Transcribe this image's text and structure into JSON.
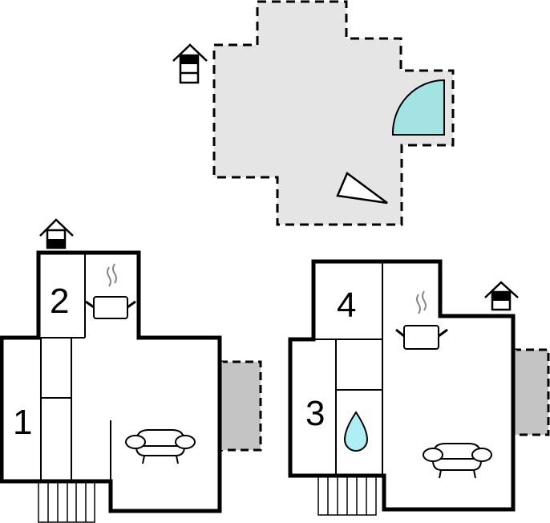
{
  "diagram": {
    "type": "floor-plan",
    "colors": {
      "wall": "#000000",
      "terrace_fill": "#e5e5e5",
      "balcony_fill": "#c4c4c4",
      "pool_fill": "#a3e3e3",
      "water_drop_fill": "#aeeef5",
      "steam": "#888888",
      "background": "#ffffff"
    },
    "levels": [
      {
        "id": "outdoor-level",
        "icon": "floor-level-icon",
        "elements": [
          "terrace-dashed",
          "quarter-circle-pool",
          "triangle-sunshade"
        ]
      },
      {
        "id": "ground-floor",
        "icon": "floor-level-icon",
        "rooms": [
          {
            "label": "1",
            "type": "bedroom"
          },
          {
            "label": "2",
            "type": "bedroom"
          }
        ],
        "symbols": [
          "kitchen-pot-icon",
          "sofa-icon",
          "stairs",
          "balcony"
        ]
      },
      {
        "id": "upper-floor",
        "icon": "floor-level-icon",
        "rooms": [
          {
            "label": "3",
            "type": "bedroom"
          },
          {
            "label": "4",
            "type": "bedroom"
          }
        ],
        "symbols": [
          "kitchen-pot-icon",
          "sofa-icon",
          "water-drop-icon",
          "stairs",
          "balcony"
        ]
      }
    ],
    "labels": {
      "room1": "1",
      "room2": "2",
      "room3": "3",
      "room4": "4"
    }
  }
}
